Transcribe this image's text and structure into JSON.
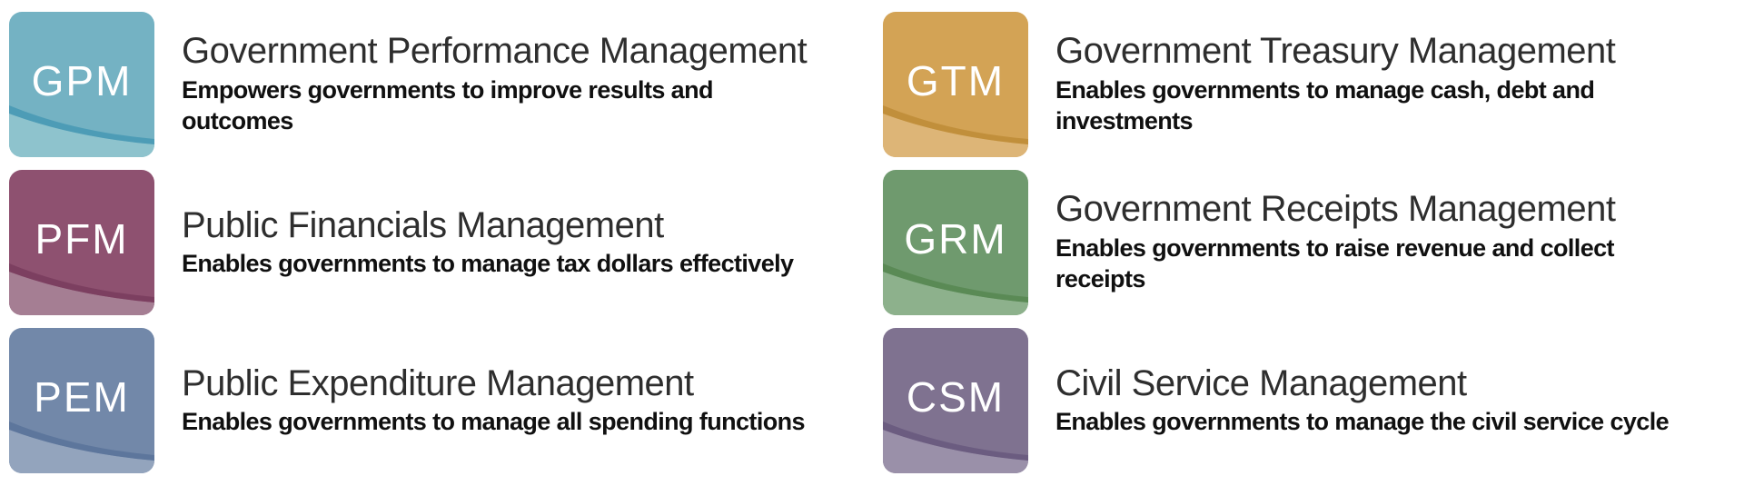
{
  "page": {
    "background": "#ffffff"
  },
  "items": [
    {
      "acronym": "GPM",
      "title": "Government Performance Management",
      "description": "Empowers governments to improve results and\noutcomes",
      "colors": {
        "main": "#74b2c3",
        "light": "#8ec3cd",
        "dark": "#4d9cb6"
      }
    },
    {
      "acronym": "PFM",
      "title": "Public Financials Management",
      "description": "Enables governments to manage tax dollars effectively",
      "colors": {
        "main": "#8e5170",
        "light": "#a57e93",
        "dark": "#7c3f60"
      }
    },
    {
      "acronym": "PEM",
      "title": "Public Expenditure Management",
      "description": "Enables governments to manage all spending functions",
      "colors": {
        "main": "#7288a9",
        "light": "#93a4bd",
        "dark": "#5d769c"
      }
    },
    {
      "acronym": "GTM",
      "title": "Government Treasury Management",
      "description": "Enables governments to manage cash, debt and\ninvestments",
      "colors": {
        "main": "#d3a355",
        "light": "#ddb577",
        "dark": "#c18f3b"
      }
    },
    {
      "acronym": "GRM",
      "title": "Government Receipts Management",
      "description": "Enables governments to raise revenue and collect\nreceipts",
      "colors": {
        "main": "#6f9a6e",
        "light": "#8db18c",
        "dark": "#5a8a55"
      }
    },
    {
      "acronym": "CSM",
      "title": "Civil Service Management",
      "description": "Enables governments to manage the civil service cycle",
      "colors": {
        "main": "#7f7290",
        "light": "#9a90a9",
        "dark": "#6b5c80"
      }
    }
  ]
}
